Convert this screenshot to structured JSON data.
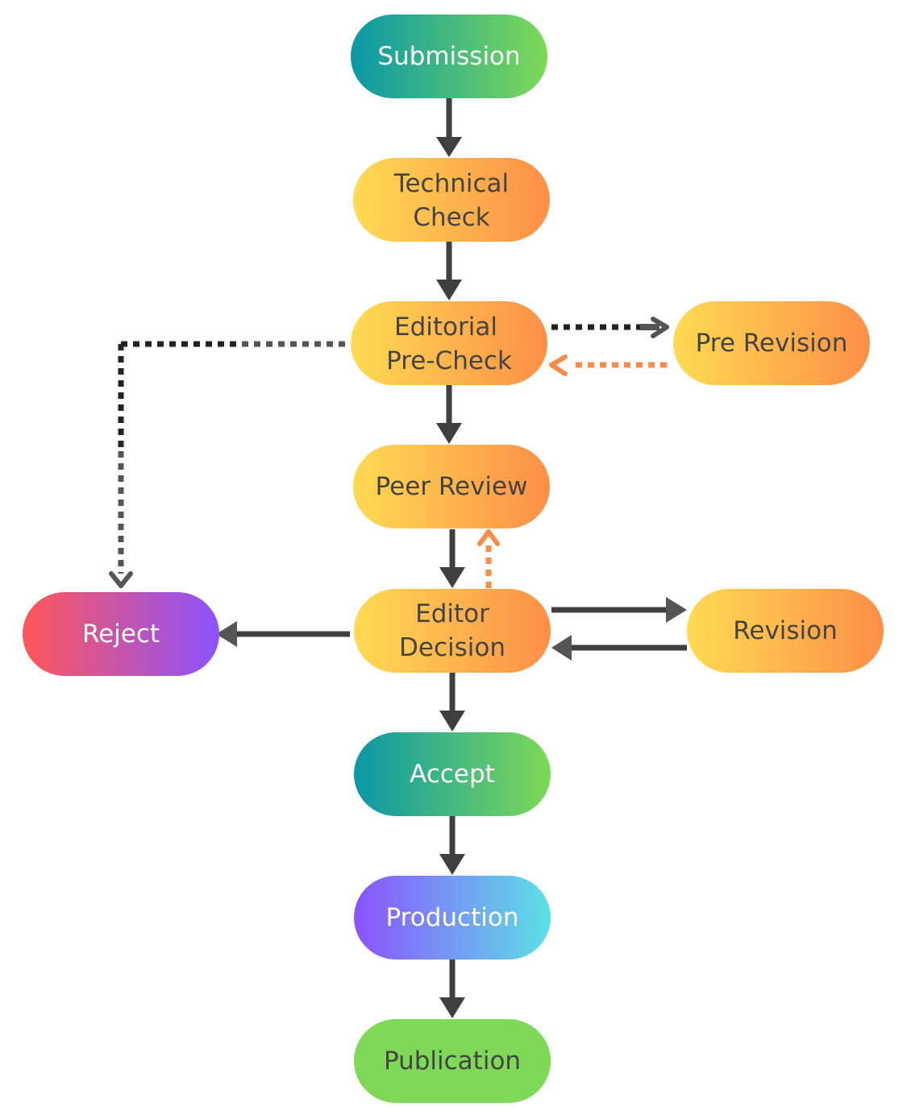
{
  "diagram": {
    "type": "flowchart",
    "nodes": {
      "submission": {
        "label": "Submission"
      },
      "technical_check": {
        "label_line1": "Technical",
        "label_line2": "Check"
      },
      "editorial_precheck": {
        "label_line1": "Editorial",
        "label_line2": "Pre-Check"
      },
      "pre_revision": {
        "label": "Pre Revision"
      },
      "peer_review": {
        "label": "Peer Review"
      },
      "editor_decision": {
        "label_line1": "Editor",
        "label_line2": "Decision"
      },
      "revision": {
        "label": "Revision"
      },
      "reject": {
        "label": "Reject"
      },
      "accept": {
        "label": "Accept"
      },
      "production": {
        "label": "Production"
      },
      "publication": {
        "label": "Publication"
      }
    },
    "edges": [
      {
        "from": "Submission",
        "to": "Technical Check",
        "style": "solid"
      },
      {
        "from": "Technical Check",
        "to": "Editorial Pre-Check",
        "style": "solid"
      },
      {
        "from": "Editorial Pre-Check",
        "to": "Pre Revision",
        "style": "dotted"
      },
      {
        "from": "Pre Revision",
        "to": "Editorial Pre-Check",
        "style": "dotted-orange"
      },
      {
        "from": "Editorial Pre-Check",
        "to": "Reject",
        "style": "dotted"
      },
      {
        "from": "Editorial Pre-Check",
        "to": "Peer Review",
        "style": "solid"
      },
      {
        "from": "Peer Review",
        "to": "Editor Decision",
        "style": "solid"
      },
      {
        "from": "Editor Decision",
        "to": "Peer Review",
        "style": "dotted-orange"
      },
      {
        "from": "Editor Decision",
        "to": "Revision",
        "style": "solid"
      },
      {
        "from": "Revision",
        "to": "Editor Decision",
        "style": "solid"
      },
      {
        "from": "Editor Decision",
        "to": "Reject",
        "style": "solid"
      },
      {
        "from": "Editor Decision",
        "to": "Accept",
        "style": "solid"
      },
      {
        "from": "Accept",
        "to": "Production",
        "style": "solid"
      },
      {
        "from": "Production",
        "to": "Publication",
        "style": "solid"
      }
    ],
    "colors": {
      "orange_start": "#fedb52",
      "orange_end": "#fd8f47",
      "teal_start": "#0a98a8",
      "teal_end": "#7ed957",
      "production_start": "#8c52ff",
      "production_end": "#5ce1e6",
      "reject_start": "#ff5757",
      "reject_end": "#8c52ff",
      "publication": "#7ed957",
      "solid_arrow": "#3f3f3f",
      "dotted_orange": "#fb8c47"
    }
  }
}
